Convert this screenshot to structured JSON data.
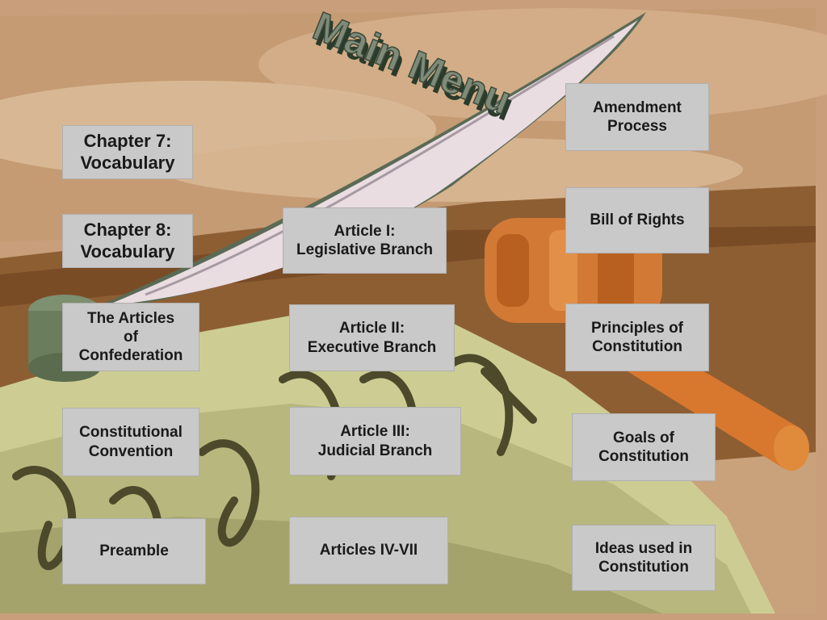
{
  "title": "Main Menu",
  "buttons": {
    "chapter7": "Chapter 7:\nVocabulary",
    "chapter8": "Chapter 8:\nVocabulary",
    "articles_confederation": "The Articles\nof\nConfederation",
    "constitutional_convention": "Constitutional\nConvention",
    "preamble": "Preamble",
    "article1": "Article I:\nLegislative Branch",
    "article2": "Article II:\nExecutive Branch",
    "article3": "Article III:\nJudicial Branch",
    "articles4_7": "Articles IV-VII",
    "amendment_process": "Amendment\nProcess",
    "bill_of_rights": "Bill of Rights",
    "principles": "Principles of\nConstitution",
    "goals": "Goals of\nConstitution",
    "ideas": "Ideas used in\nConstitution"
  },
  "background": {
    "icons": [
      "quill-icon",
      "gavel-icon",
      "inkwell-icon",
      "parchment-icon"
    ],
    "colors": {
      "sky": "#c59d78",
      "desk": "#8a5a30",
      "parchment": "#cfcf95",
      "gavel": "#d77a30",
      "button": "#c9c9c9"
    }
  }
}
